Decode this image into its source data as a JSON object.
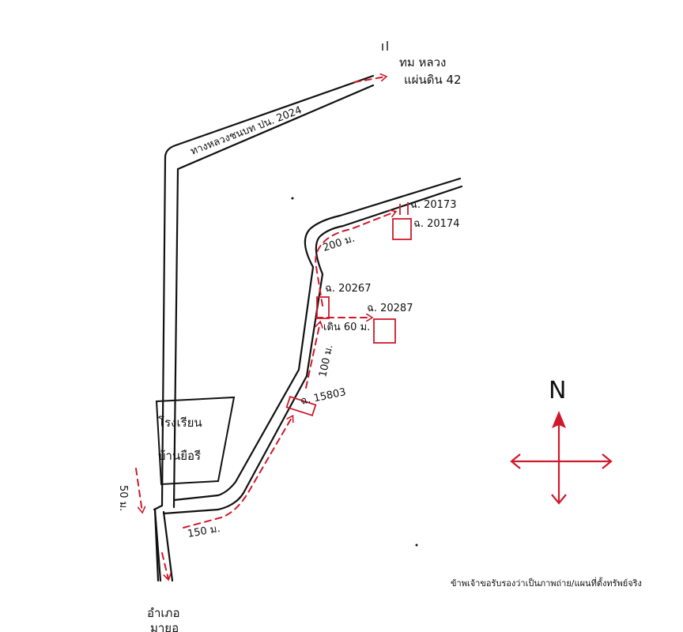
{
  "destination_top": {
    "line1": "ทม หลวง",
    "line2": "แผ่นดิน 42"
  },
  "highway_label": "ทางหลวงชนบท ปน. 2024",
  "school": {
    "line1": "โรงเรียน",
    "line2": "บ้านยือรี"
  },
  "destination_bottom": {
    "line1": "อำเภอ",
    "line2": "มายอ"
  },
  "distances": {
    "d150": "150 ม.",
    "d50": "50 ม.",
    "d100": "100 ม.",
    "d60": "เดิน 60 ม.",
    "d200": "200 ม."
  },
  "parcels": {
    "p15803": "ฉ. 15803",
    "p20267": "ฉ. 20267",
    "p20287": "ฉ. 20287",
    "p20173": "ฉ. 20173",
    "p20174": "ฉ. 20174"
  },
  "compass": {
    "north": "N"
  },
  "certification": "ข้าพเจ้าขอรับรองว่าเป็นภาพถ่าย/แผนที่ตั้งทรัพย์จริง",
  "colors": {
    "ink": "#111111",
    "route": "#d0182a"
  }
}
